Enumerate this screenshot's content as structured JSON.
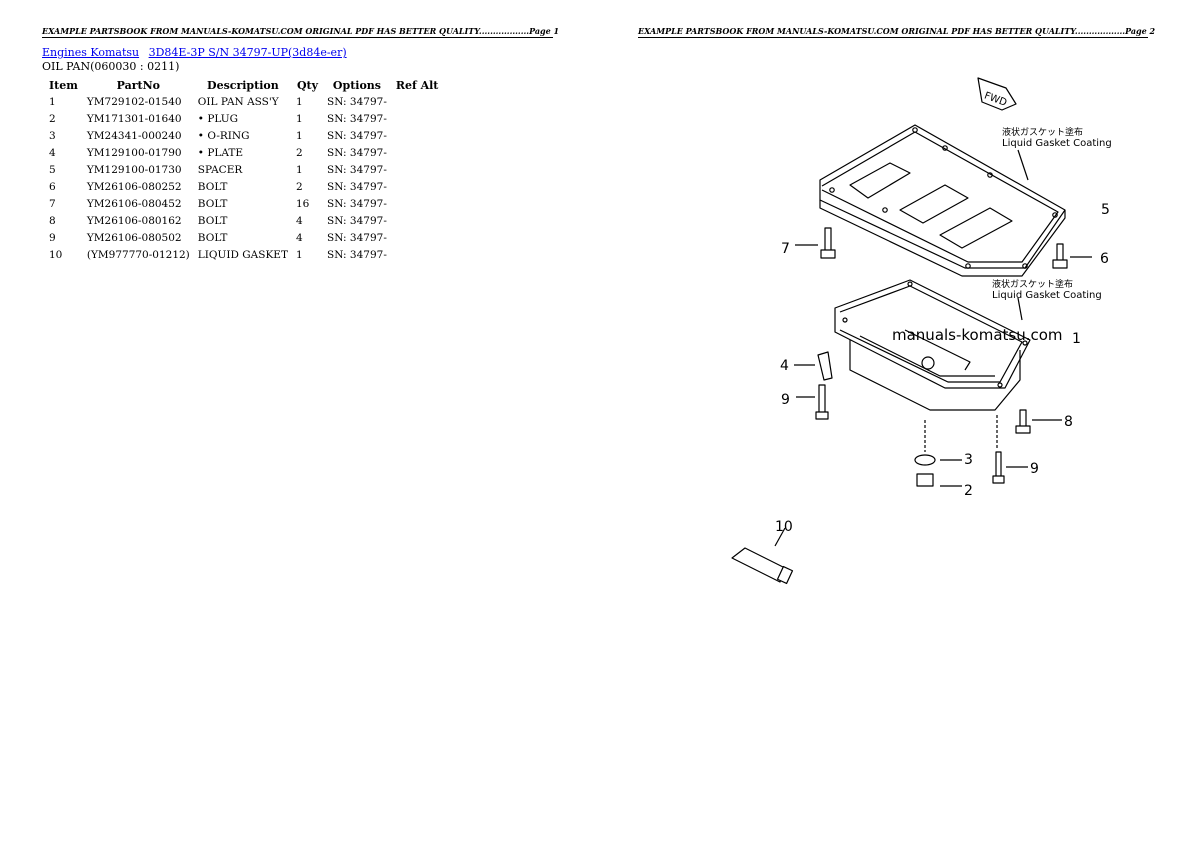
{
  "header": {
    "page1": "EXAMPLE PARTSBOOK FROM MANUALS-KOMATSU.COM ORIGINAL PDF HAS BETTER QUALITY..................Page 1",
    "page2": "EXAMPLE PARTSBOOK FROM MANUALS-KOMATSU.COM ORIGINAL PDF HAS BETTER QUALITY..................Page 2"
  },
  "breadcrumb": {
    "link1": "Engines Komatsu",
    "link2": "3D84E-3P S/N  34797-UP(3d84e-er)"
  },
  "section_title": "OIL PAN(060030 : 0211)",
  "table": {
    "headers": [
      "Item",
      "PartNo",
      "Description",
      "Qty",
      "Options",
      "Ref Alt"
    ],
    "rows": [
      {
        "item": "1",
        "partno": "YM729102-01540",
        "desc": "OIL PAN ASS'Y",
        "qty": "1",
        "options": "SN: 34797-"
      },
      {
        "item": "2",
        "partno": "YM171301-01640",
        "desc": "• PLUG",
        "qty": "1",
        "options": "SN: 34797-"
      },
      {
        "item": "3",
        "partno": "YM24341-000240",
        "desc": "• O-RING",
        "qty": "1",
        "options": "SN: 34797-"
      },
      {
        "item": "4",
        "partno": "YM129100-01790",
        "desc": "• PLATE",
        "qty": "2",
        "options": "SN: 34797-"
      },
      {
        "item": "5",
        "partno": "YM129100-01730",
        "desc": "SPACER",
        "qty": "1",
        "options": "SN: 34797-"
      },
      {
        "item": "6",
        "partno": "YM26106-080252",
        "desc": "BOLT",
        "qty": "2",
        "options": "SN: 34797-"
      },
      {
        "item": "7",
        "partno": "YM26106-080452",
        "desc": "BOLT",
        "qty": "16",
        "options": "SN: 34797-"
      },
      {
        "item": "8",
        "partno": "YM26106-080162",
        "desc": "BOLT",
        "qty": "4",
        "options": "SN: 34797-"
      },
      {
        "item": "9",
        "partno": "YM26106-080502",
        "desc": "BOLT",
        "qty": "4",
        "options": "SN: 34797-"
      },
      {
        "item": "10",
        "partno": "(YM977770-01212)",
        "desc": "LIQUID GASKET",
        "qty": "1",
        "options": "SN: 34797-"
      }
    ]
  },
  "diagram": {
    "fwd": "FWD",
    "coating_jp": "液状ガスケット塗布",
    "coating_en": "Liquid  Gasket  Coating",
    "watermark": "manuals-komatsu.com",
    "callouts": [
      "1",
      "2",
      "3",
      "4",
      "5",
      "6",
      "7",
      "8",
      "9",
      "9",
      "10"
    ]
  }
}
